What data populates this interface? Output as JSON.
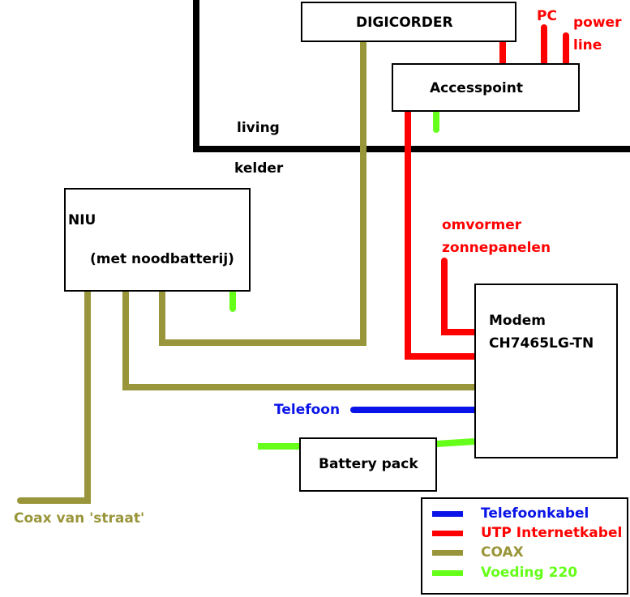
{
  "colors": {
    "black": "#000000",
    "telefoon": "#0a14e8",
    "utp": "#ff0000",
    "coax": "#99953a",
    "voeding": "#66ff1a"
  },
  "labels": {
    "digicorder": "DIGICORDER",
    "pc": "PC",
    "power": "power",
    "line": "line",
    "accesspoint": "Accesspoint",
    "living": "living",
    "kelder": "kelder",
    "niu": "NIU",
    "niu_sub": "(met noodbatterij)",
    "omvormer": "omvormer",
    "zonnepanelen": "zonnepanelen",
    "modem": "Modem",
    "modem_model": "CH7465LG-TN",
    "telefoon": "Telefoon",
    "battery_pack": "Battery pack",
    "coax_straat": "Coax van 'straat'"
  },
  "legend": {
    "items": [
      {
        "label": "Telefoonkabel",
        "color": "#0a14e8"
      },
      {
        "label": "UTP Internetkabel",
        "color": "#ff0000"
      },
      {
        "label": "COAX",
        "color": "#99953a"
      },
      {
        "label": "Voeding 220",
        "color": "#66ff1a"
      }
    ]
  }
}
